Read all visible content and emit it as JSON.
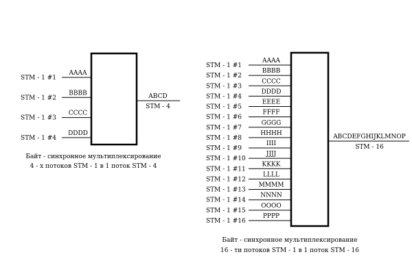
{
  "diagrams": [
    {
      "id": "stm4",
      "inputs": [
        {
          "source": "STM - 1 #1",
          "payload": "AAAA"
        },
        {
          "source": "STM - 1 #2",
          "payload": "BBBB"
        },
        {
          "source": "STM - 1 #3",
          "payload": "CCCC"
        },
        {
          "source": "STM - 1 #4",
          "payload": "DDDD"
        }
      ],
      "output": {
        "payload": "ABCD",
        "label": "STM - 4"
      },
      "caption": [
        "Байт - синхронное мультиплексирование",
        "4 - х потоков STM - 1 в 1 поток STM - 4"
      ]
    },
    {
      "id": "stm16",
      "inputs": [
        {
          "source": "STM - 1 #1",
          "payload": "AAAA"
        },
        {
          "source": "STM - 1 #2",
          "payload": "BBBB"
        },
        {
          "source": "STM - 1 #3",
          "payload": "CCCC"
        },
        {
          "source": "STM - 1 #4",
          "payload": "DDDD"
        },
        {
          "source": "STM - 1 #5",
          "payload": "EEEE"
        },
        {
          "source": "STM - 1 #6",
          "payload": "FFFF"
        },
        {
          "source": "STM - 1 #7",
          "payload": "GGGG"
        },
        {
          "source": "STM - 1 #8",
          "payload": "HHHH"
        },
        {
          "source": "STM - 1 #9",
          "payload": "IIII"
        },
        {
          "source": "STM - 1 #10",
          "payload": "JJJJ"
        },
        {
          "source": "STM - 1 #11",
          "payload": "KKKK"
        },
        {
          "source": "STM - 1 #12",
          "payload": "LLLL"
        },
        {
          "source": "STM - 1 #13",
          "payload": "MMMM"
        },
        {
          "source": "STM - 1 #14",
          "payload": "NNNN"
        },
        {
          "source": "STM - 1 #15",
          "payload": "OOOO"
        },
        {
          "source": "STM - 1 #16",
          "payload": "PPPP"
        }
      ],
      "output": {
        "payload": "ABCDEFGHIJKLMNOP",
        "label": "STM - 16"
      },
      "caption": [
        "Байт - синхронное мультиплексирование",
        "16 - ти потоков STM - 1 в 1 поток STM - 16"
      ]
    }
  ]
}
